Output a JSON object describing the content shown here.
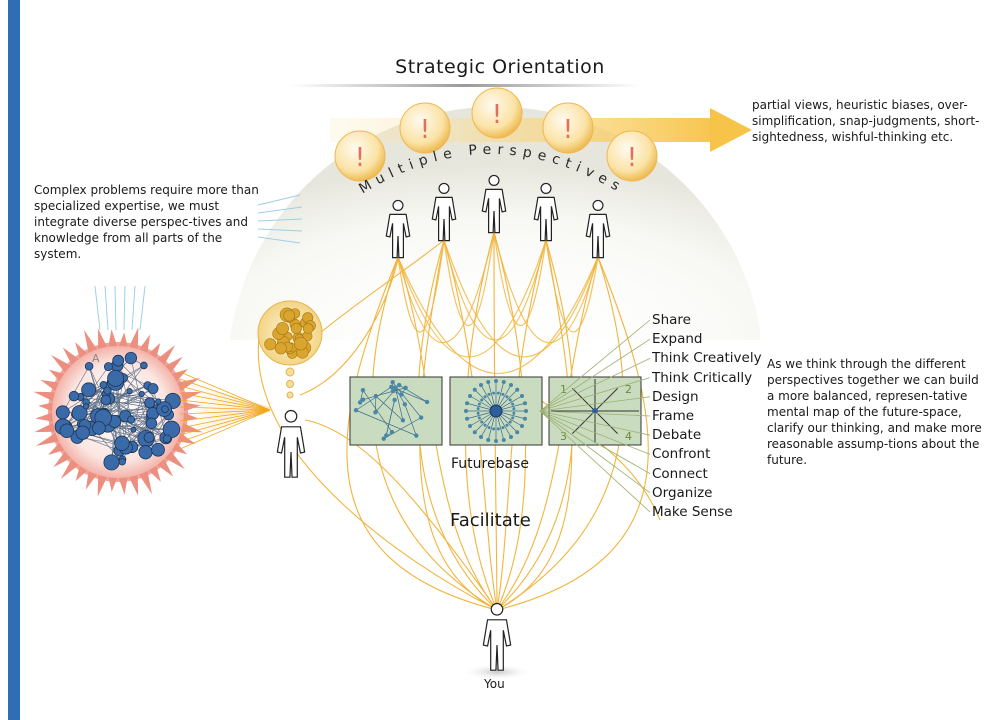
{
  "title": "Strategic Orientation",
  "arc_label": "Multiple Perspectives",
  "left_note": "Complex problems require more than specialized expertise, we must integrate diverse perspec-tives and knowledge from all parts of the system.",
  "right_top_note": "partial views, heuristic biases, over-simplification, snap-judgments, short-sightedness, wishful-thinking etc.",
  "right_mid_note": "As we think through the different perspectives together we can build a more balanced, represen-tative mental map of the future-space, clarify our thinking, and make more reasonable assump-tions about the future.",
  "verbs": [
    "Share",
    "Expand",
    "Think Creatively",
    "Think Critically",
    "Design",
    "Frame",
    "Debate",
    "Confront",
    "Connect",
    "Organize",
    "Make Sense"
  ],
  "futurebase_label": "Futurebase",
  "facilitate_label": "Facilitate",
  "you_label": "You",
  "system_label": "A",
  "alert_symbol": "!",
  "quadrant_numbers": [
    "1",
    "2",
    "3",
    "4"
  ],
  "colors": {
    "accent_bar": "#2f6db5",
    "connector": "#f0a81c",
    "alert_bubble": "#f7d27a",
    "panel_fill": "#c9dcc0",
    "node_blue": "#2e5f9c",
    "spikes": "#e98a7e"
  }
}
